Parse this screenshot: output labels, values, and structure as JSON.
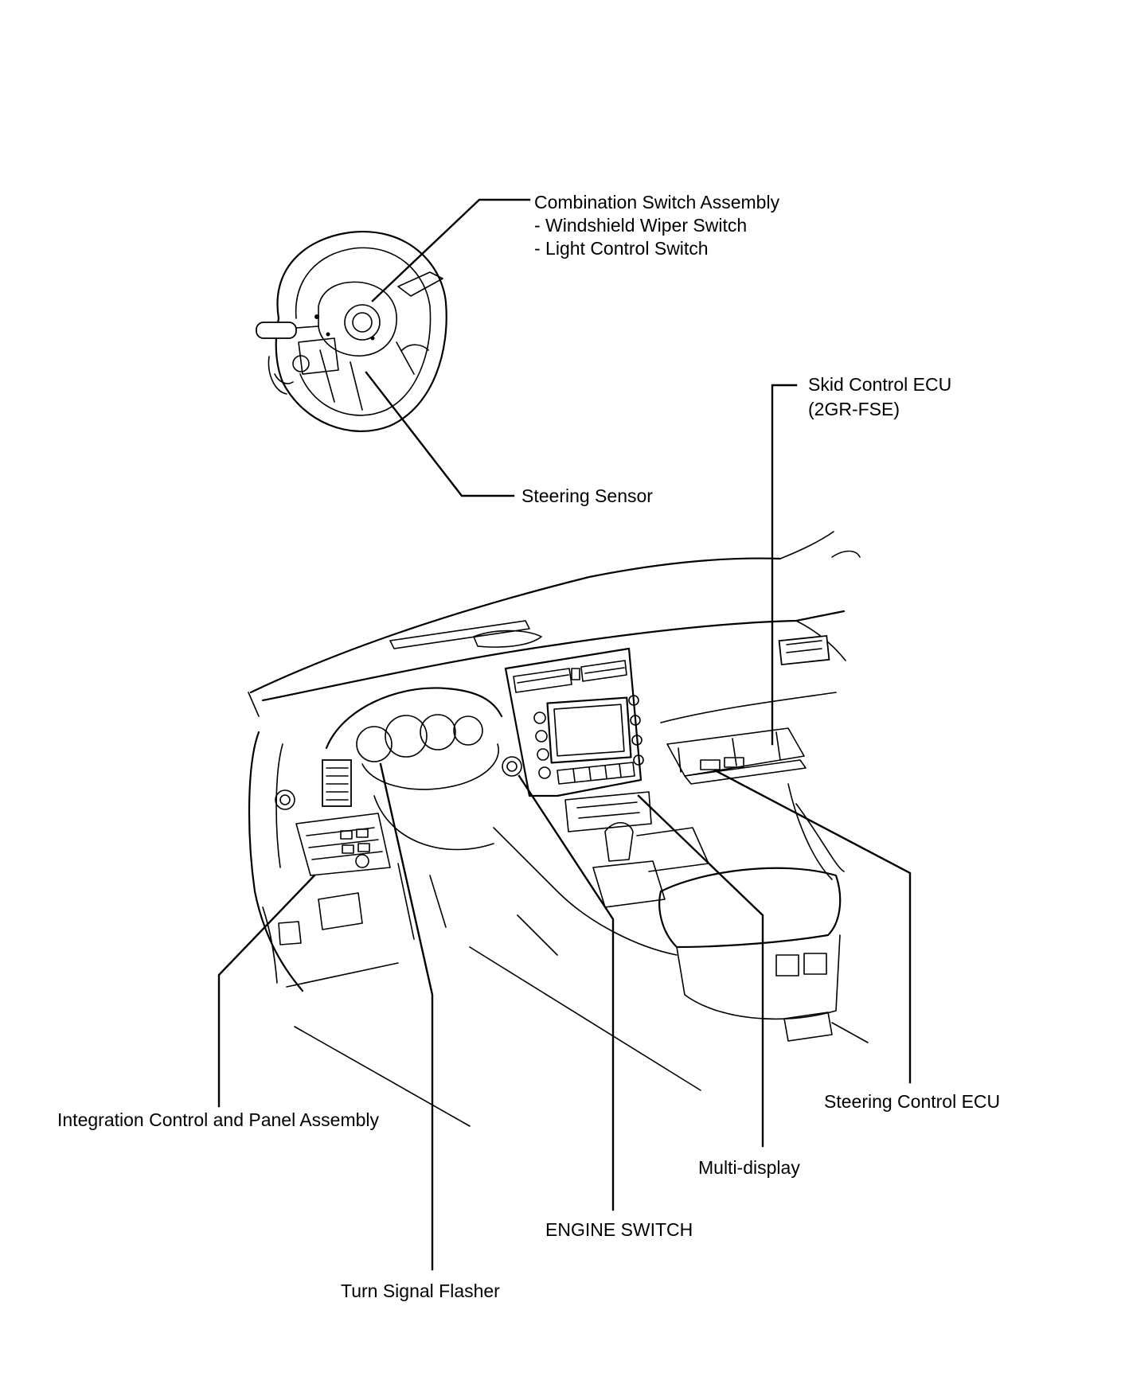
{
  "labels": {
    "combination_switch": {
      "title": "Combination Switch Assembly",
      "line2": "- Windshield Wiper Switch",
      "line3": "- Light Control Switch"
    },
    "steering_sensor": "Steering Sensor",
    "skid_control_ecu": {
      "line1": "Skid Control ECU",
      "line2": "(2GR-FSE)"
    },
    "steering_control_ecu": "Steering Control ECU",
    "integration_control": "Integration Control and Panel Assembly",
    "multi_display": "Multi-display",
    "engine_switch": "ENGINE SWITCH",
    "turn_signal_flasher": "Turn Signal Flasher"
  },
  "colors": {
    "ink": "#000000",
    "paper": "#ffffff"
  }
}
